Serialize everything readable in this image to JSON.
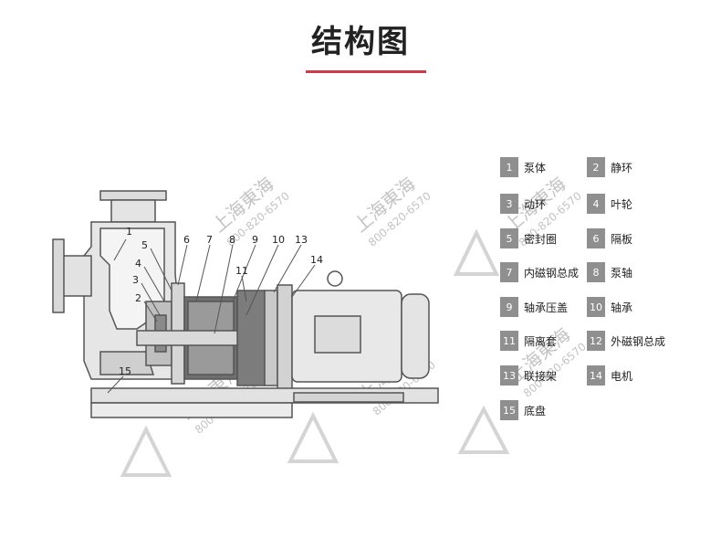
{
  "title": "结构图",
  "colors": {
    "accent": "#d23a4a",
    "badge": "#8f8f8f",
    "line": "#555555"
  },
  "watermark": {
    "name": "上海東海",
    "phone": "800-820-6570"
  },
  "callouts": [
    "1",
    "2",
    "3",
    "4",
    "5",
    "6",
    "7",
    "8",
    "9",
    "10",
    "11",
    "13",
    "14",
    "15"
  ],
  "legend": [
    {
      "num": "1",
      "label": "泵体"
    },
    {
      "num": "2",
      "label": "静环"
    },
    {
      "num": "3",
      "label": "动环"
    },
    {
      "num": "4",
      "label": "叶轮"
    },
    {
      "num": "5",
      "label": "密封圈"
    },
    {
      "num": "6",
      "label": "隔板"
    },
    {
      "num": "7",
      "label": "内磁钢总成"
    },
    {
      "num": "8",
      "label": "泵轴"
    },
    {
      "num": "9",
      "label": "轴承压盖"
    },
    {
      "num": "10",
      "label": "轴承"
    },
    {
      "num": "11",
      "label": "隔离套"
    },
    {
      "num": "12",
      "label": "外磁钢总成"
    },
    {
      "num": "13",
      "label": "联接架"
    },
    {
      "num": "14",
      "label": "电机"
    },
    {
      "num": "15",
      "label": "底盘"
    }
  ]
}
